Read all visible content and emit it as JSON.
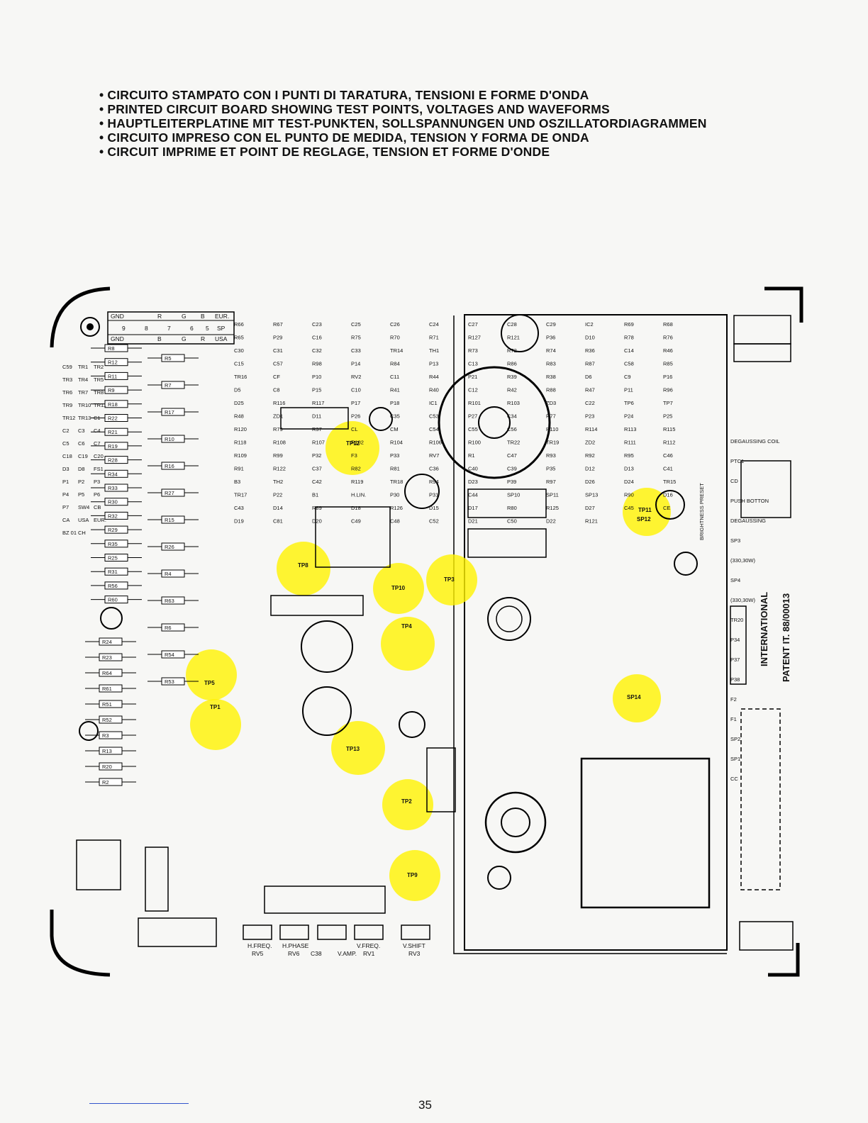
{
  "headings": [
    "CIRCUITO STAMPATO CON I PUNTI DI TARATURA, TENSIONI E FORME D'ONDA",
    "PRINTED CIRCUIT BOARD SHOWING TEST POINTS, VOLTAGES AND WAVEFORMS",
    "HAUPTLEITERPLATINE MIT TEST-PUNKTEN, SOLLSPANNUNGEN UND OSZILLATORDIAGRAMMEN",
    "CIRCUITO IMPRESO CON EL PUNTO DE MEDIDA, TENSION Y FORMA DE ONDA",
    "CIRCUIT IMPRIME ET POINT DE REGLAGE, TENSION ET FORME D'ONDE"
  ],
  "connector": {
    "top_row": [
      "GND",
      "R",
      "G",
      "B",
      "EUR."
    ],
    "pins": [
      "9",
      "8",
      "7",
      "6",
      "5",
      "SP"
    ],
    "bottom_row": [
      "GND",
      "B",
      "G",
      "R",
      "USA"
    ]
  },
  "left_resistors": [
    "R8",
    "R12",
    "R11",
    "R9",
    "R18",
    "R22",
    "R21",
    "R19",
    "R28",
    "R34",
    "R33",
    "R30",
    "R32",
    "R29",
    "R35",
    "R25",
    "R31",
    "R56",
    "R60",
    "R24",
    "R23",
    "R64",
    "R61",
    "R51",
    "R52",
    "R3",
    "R13",
    "R20",
    "R2",
    "R5",
    "R7",
    "R17",
    "R10",
    "R16",
    "R27",
    "R15",
    "R26",
    "R4",
    "R63",
    "R6",
    "R54",
    "R53"
  ],
  "left_labels": [
    "C59",
    "TR1",
    "TR2",
    "TR3",
    "TR4",
    "TR5",
    "TR6",
    "TR7",
    "TR8",
    "TR9",
    "TR10",
    "TR11",
    "TR12",
    "TR13",
    "C1",
    "C2",
    "C3",
    "C4",
    "C5",
    "C6",
    "C7",
    "C18",
    "C19",
    "C20",
    "D3",
    "D8",
    "FS1",
    "P1",
    "P2",
    "P3",
    "P4",
    "P5",
    "P6",
    "P7",
    "SW4",
    "CB",
    "CA",
    "USA",
    "EUR.",
    "BZ 01",
    "CH"
  ],
  "center_labels": [
    "R66",
    "R67",
    "C23",
    "C25",
    "C26",
    "C24",
    "C27",
    "C28",
    "C29",
    "IC2",
    "R69",
    "R68",
    "R65",
    "P29",
    "C16",
    "R75",
    "R70",
    "R71",
    "R127",
    "R121",
    "P36",
    "D10",
    "R78",
    "R76",
    "C30",
    "C31",
    "C32",
    "C33",
    "TR14",
    "TH1",
    "R73",
    "R72",
    "R74",
    "R36",
    "C14",
    "R46",
    "C15",
    "C57",
    "R98",
    "P14",
    "R84",
    "P13",
    "C13",
    "R86",
    "R83",
    "R87",
    "C58",
    "R85",
    "TR16",
    "CF",
    "P10",
    "RV2",
    "C11",
    "R44",
    "P21",
    "R39",
    "R38",
    "D6",
    "C9",
    "P16",
    "D5",
    "C8",
    "P15",
    "C10",
    "R41",
    "R40",
    "C12",
    "R42",
    "R88",
    "R47",
    "P11",
    "R96",
    "D25",
    "R116",
    "R117",
    "P17",
    "P18",
    "IC1",
    "R101",
    "R103",
    "ZD3",
    "C22",
    "TP6",
    "TP7",
    "R48",
    "ZD1",
    "D11",
    "P26",
    "C35",
    "C53",
    "P27",
    "C34",
    "R77",
    "P23",
    "P24",
    "P25",
    "R120",
    "R79",
    "R37",
    "CL",
    "CM",
    "C54",
    "C55",
    "C56",
    "R110",
    "R114",
    "R113",
    "R115",
    "R118",
    "R108",
    "R107",
    "R102",
    "R104",
    "R106",
    "R100",
    "TR22",
    "TR19",
    "ZD2",
    "R111",
    "R112",
    "R109",
    "R99",
    "P32",
    "F3",
    "P33",
    "RV7",
    "R1",
    "C47",
    "R93",
    "R92",
    "R95",
    "C46",
    "R91",
    "R122",
    "C37",
    "R82",
    "R81",
    "C36",
    "C40",
    "C39",
    "P35",
    "D12",
    "D13",
    "C41",
    "B3",
    "TH2",
    "C42",
    "R119",
    "TR18",
    "R94",
    "D23",
    "P39",
    "R97",
    "D26",
    "D24",
    "TR15",
    "TR17",
    "P22",
    "B1",
    "H.LIN.",
    "P30",
    "P31",
    "C44",
    "SP10",
    "SP11",
    "SP13",
    "R90",
    "D16",
    "C43",
    "D14",
    "R89",
    "D18",
    "R126",
    "D15",
    "D17",
    "R80",
    "R125",
    "D27",
    "C45",
    "CE",
    "D19",
    "C81",
    "D20",
    "C49",
    "C48",
    "C52",
    "D21",
    "C50",
    "D22",
    "R121"
  ],
  "right_labels": [
    "DEGAUSSING COIL",
    "PTC1",
    "CD",
    "PUSH BOTTON",
    "DEGAUSSING",
    "SP3",
    "(330,30W)",
    "SP4",
    "(330,30W)",
    "TR20",
    "P34",
    "P37",
    "P38",
    "F2",
    "F1",
    "SP2",
    "SP1",
    "CC"
  ],
  "patent": "INTERNATIONAL",
  "patent_number": "PATENT IT. 88/00013",
  "brightness": "BRIGHTNESS PRESET",
  "bottom_controls": [
    {
      "name": "H.FREQ.",
      "ref": "RV5"
    },
    {
      "name": "H.PHASE",
      "ref": "RV6"
    },
    {
      "name": "V.AMP.",
      "ref": "C38"
    },
    {
      "name": "V.FREQ.",
      "ref": "RV1"
    },
    {
      "name": "V.SHIFT",
      "ref": "RV3"
    }
  ],
  "test_points": [
    "TP12",
    "TP8",
    "TP10",
    "TP3",
    "TP4",
    "TP5",
    "TP1",
    "TP13",
    "TP2",
    "TP9",
    "TP11",
    "SP14",
    "SP12"
  ],
  "highlight_color": "#fff200",
  "page_number": "35"
}
